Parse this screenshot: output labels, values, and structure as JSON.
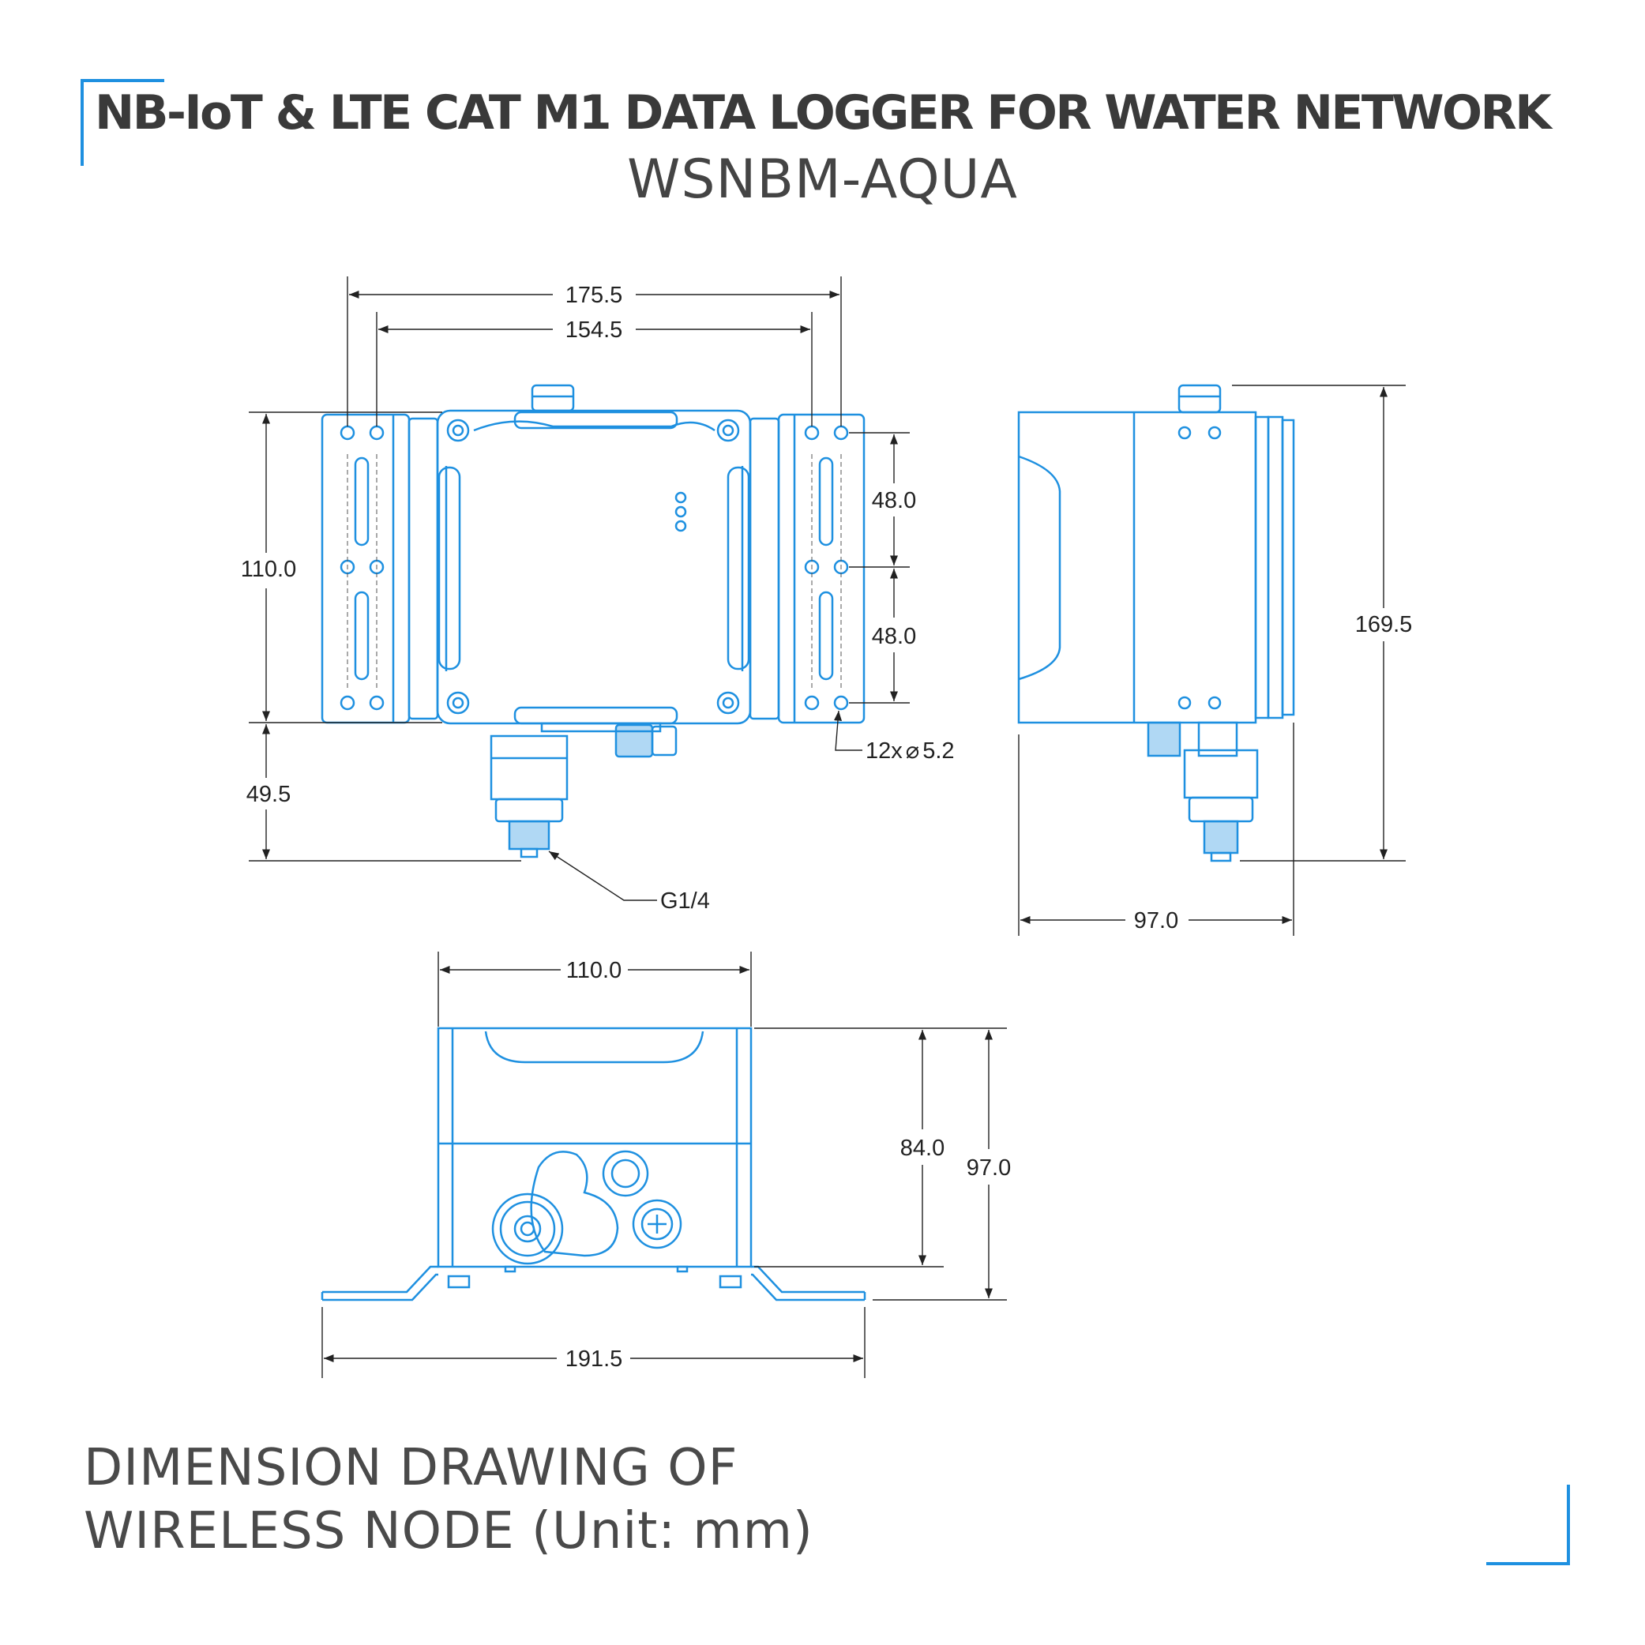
{
  "header": {
    "title": "NB-IoT & LTE CAT M1 DATA LOGGER FOR WATER NETWORK",
    "model": "WSNBM-AQUA"
  },
  "caption": {
    "line1": "DIMENSION DRAWING OF",
    "line2": "WIRELESS NODE (Unit: mm)"
  },
  "colors": {
    "accent": "#1e90e0",
    "ink": "#222222",
    "text": "#444444"
  },
  "front_view": {
    "overall_width": "175.5",
    "hole_spacing": "154.5",
    "body_height": "110.0",
    "connector_height": "49.5",
    "slot_spacing_top": "48.0",
    "slot_spacing_bottom": "48.0",
    "holes": "12x",
    "hole_diameter": "5.2",
    "thread": "G1/4",
    "diameter_symbol": "⌀"
  },
  "side_view": {
    "total_height": "169.5",
    "depth": "97.0"
  },
  "bottom_view": {
    "body_width": "110.0",
    "body_height": "84.0",
    "total_height": "97.0",
    "bracket_width": "191.5"
  }
}
